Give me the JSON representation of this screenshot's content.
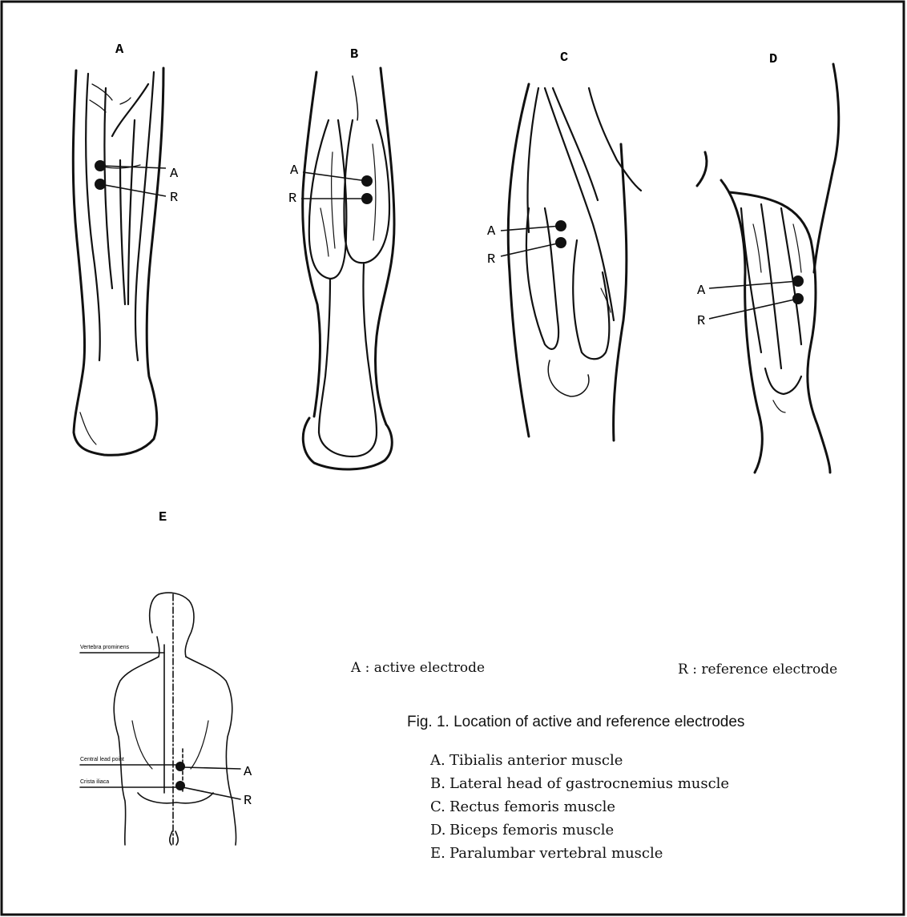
{
  "panels": {
    "a": {
      "label": "A",
      "electrode_a": "A",
      "electrode_r": "R"
    },
    "b": {
      "label": "B",
      "electrode_a": "A",
      "electrode_r": "R"
    },
    "c": {
      "label": "C",
      "electrode_a": "A",
      "electrode_r": "R"
    },
    "d": {
      "label": "D",
      "electrode_a": "A",
      "electrode_r": "R"
    },
    "e": {
      "label": "E",
      "electrode_a": "A",
      "electrode_r": "R",
      "landmarks": [
        "Vertebra prominens",
        "Central lead point",
        "Crista iliaca"
      ]
    }
  },
  "legend": {
    "active": "A : active electrode",
    "reference": "R : reference electrode"
  },
  "caption": "Fig. 1.  Location of active and reference electrodes",
  "muscles": [
    {
      "letter": "A.",
      "name": "Tibialis anterior muscle"
    },
    {
      "letter": "B.",
      "name": "Lateral head of gastrocnemius muscle"
    },
    {
      "letter": "C.",
      "name": "Rectus femoris muscle"
    },
    {
      "letter": "D.",
      "name": "Biceps femoris muscle"
    },
    {
      "letter": "E.",
      "name": "Paralumbar vertebral muscle"
    }
  ]
}
